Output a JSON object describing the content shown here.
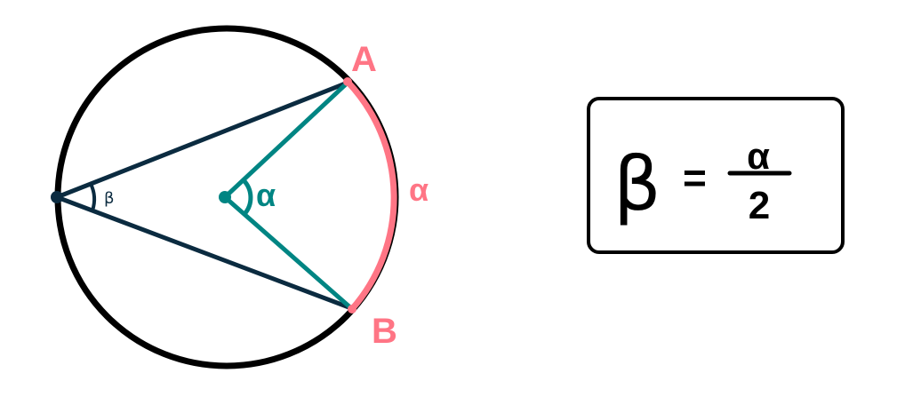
{
  "diagram": {
    "point_a_label": "A",
    "point_b_label": "B",
    "inscribed_angle_label": "β",
    "central_angle_label": "α",
    "arc_label": "α"
  },
  "formula": {
    "lhs": "β",
    "equals": "=",
    "numerator": "α",
    "denominator": "2"
  },
  "colors": {
    "circle": "#000000",
    "chords": "#0b2b40",
    "radii": "#008583",
    "arc": "#ff7585"
  }
}
